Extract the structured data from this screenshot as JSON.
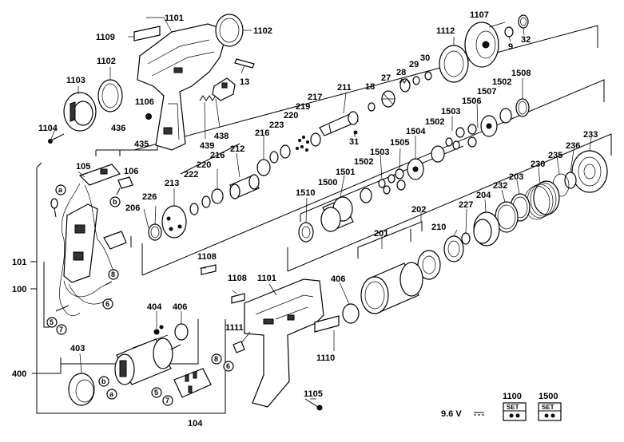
{
  "labels": {
    "l1101a": "1101",
    "l1109": "1109",
    "l1102a": "1102",
    "l1102b": "1102",
    "l1103": "1103",
    "l1106": "1106",
    "l13": "13",
    "l1104": "1104",
    "l436": "436",
    "l435": "435",
    "l439": "439",
    "l438": "438",
    "l1107": "1107",
    "l9": "9",
    "l32": "32",
    "l1112": "1112",
    "l30": "30",
    "l29": "29",
    "l28": "28",
    "l27": "27",
    "l18": "18",
    "l211": "211",
    "l217": "217",
    "l219": "219",
    "l31": "31",
    "l220a": "220",
    "l223": "223",
    "l216a": "216",
    "l212": "212",
    "l216b": "216",
    "l220b": "220",
    "l222": "222",
    "l213": "213",
    "l226": "226",
    "l206": "206",
    "l105": "105",
    "l106": "106",
    "l101": "101",
    "l100": "100",
    "l1508": "1508",
    "l1502a": "1502",
    "l1507": "1507",
    "l1506": "1506",
    "l1503a": "1503",
    "l1502b": "1502",
    "l1504": "1504",
    "l1505": "1505",
    "l1503b": "1503",
    "l1502c": "1502",
    "l1501": "1501",
    "l1500": "1500",
    "l1510": "1510",
    "l233": "233",
    "l236": "236",
    "l235": "235",
    "l230": "230",
    "l203": "203",
    "l232": "232",
    "l204": "204",
    "l227": "227",
    "l202": "202",
    "l210": "210",
    "l201": "201",
    "l1108a": "1108",
    "l1108b": "1108",
    "l1101b": "1101",
    "l406a": "406",
    "l1111": "1111",
    "l1110": "1110",
    "l1105": "1105",
    "l404": "404",
    "l406b": "406",
    "l403": "403",
    "l400": "400",
    "l104": "104",
    "c8a": "8",
    "c6a": "6",
    "c5a": "5",
    "c7a": "7",
    "c8b": "8",
    "c6b": "6",
    "c5b": "5",
    "c7b": "7",
    "ca1": "a",
    "cb1": "b",
    "ca2": "a",
    "cb2": "b",
    "l1100": "1100",
    "l1500set": "1500",
    "voltage": "9.6 V",
    "set1": "SET",
    "set2": "SET"
  }
}
